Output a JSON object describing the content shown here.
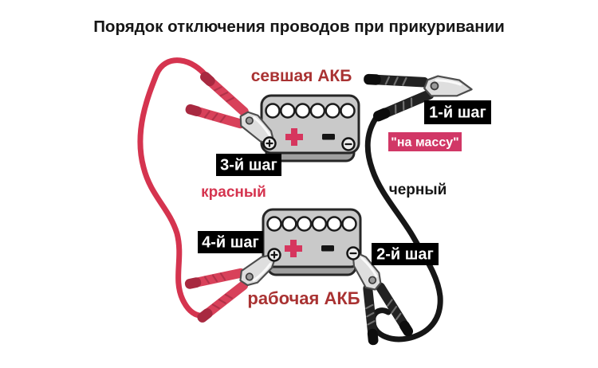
{
  "title": "Порядок отключения проводов при прикуривании",
  "batteries": {
    "dead": {
      "label": "севшая АКБ",
      "cells": 6,
      "plus": "+",
      "minus": "–"
    },
    "working": {
      "label": "рабочая АКБ",
      "cells": 6,
      "plus": "+",
      "minus": "–"
    }
  },
  "steps": {
    "step1": "1-й шаг",
    "step2": "2-й шаг",
    "step3": "3-й шаг",
    "step4": "4-й шаг"
  },
  "ground_tag": "\"на массу\"",
  "wires": {
    "red": "красный",
    "black": "черный"
  },
  "colors": {
    "red_cable": "#d5344f",
    "black_cable": "#161616",
    "dark_red_text": "#a93232",
    "ground_tag_bg": "#d13766",
    "step_badge_bg": "#000000",
    "battery_body": "#c9c9c9",
    "plus_symbol": "#d6365e",
    "background": "#ffffff"
  }
}
